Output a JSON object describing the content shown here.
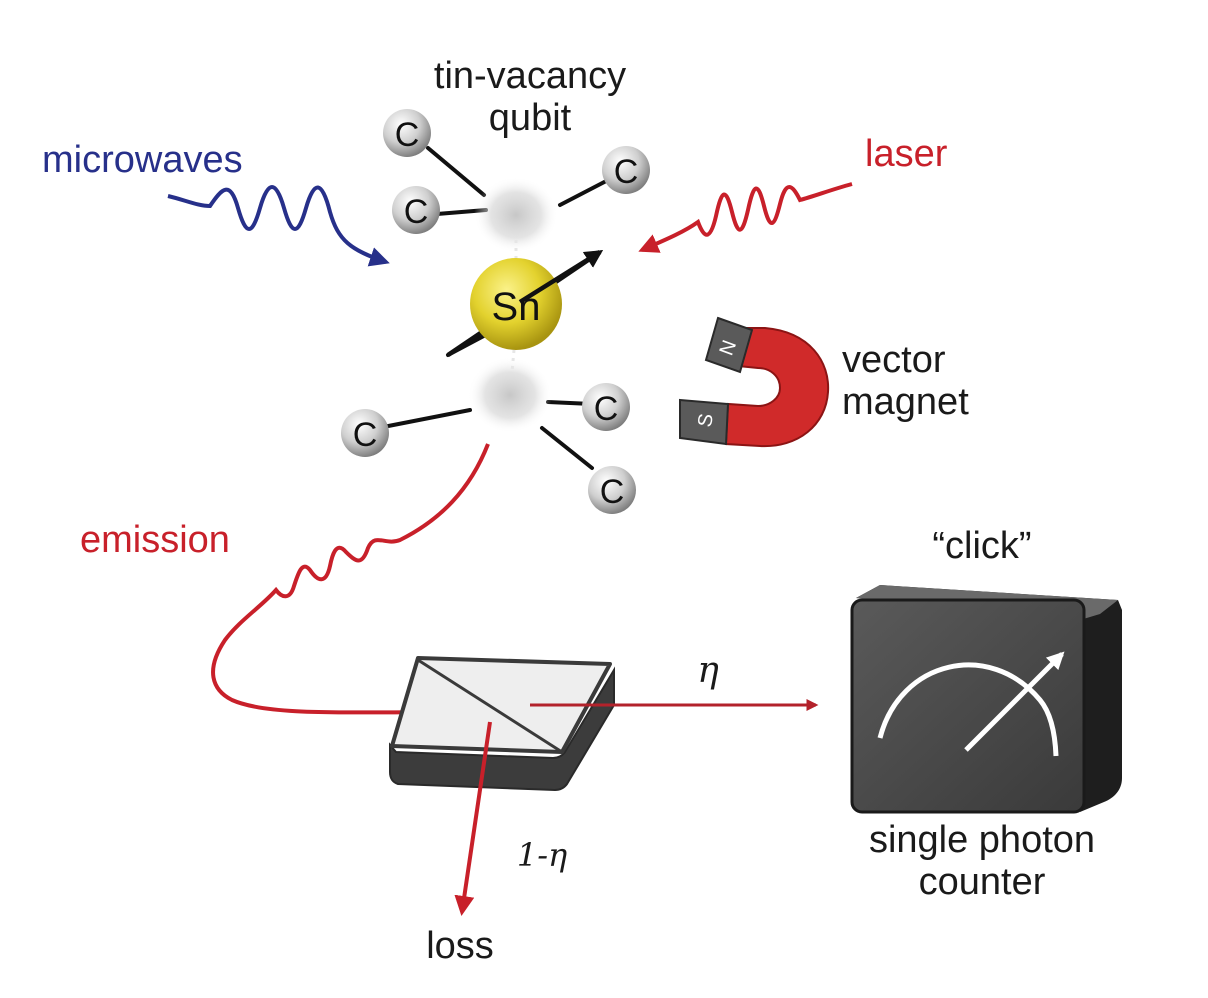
{
  "labels": {
    "qubit_line1": "tin-vacancy",
    "qubit_line2": "qubit",
    "microwaves": "microwaves",
    "laser": "laser",
    "magnet_line1": "vector",
    "magnet_line2": "magnet",
    "emission": "emission",
    "click": "“click”",
    "counter_line1": "single photon",
    "counter_line2": "counter",
    "eta": "η",
    "one_minus_eta": "1-η",
    "loss": "loss"
  },
  "atoms": {
    "tin": "Sn",
    "carbon": "C"
  },
  "magnet": {
    "north": "N",
    "south": "S"
  },
  "colors": {
    "microwave_blue": "#27308a",
    "laser_red": "#c8202a",
    "dark_red": "#b3222b",
    "tin_yellow": "#e3d22e",
    "carbon_gray": "#c9c9c9",
    "device_gray": "#4a4a4a",
    "text": "#1a1a1a"
  }
}
